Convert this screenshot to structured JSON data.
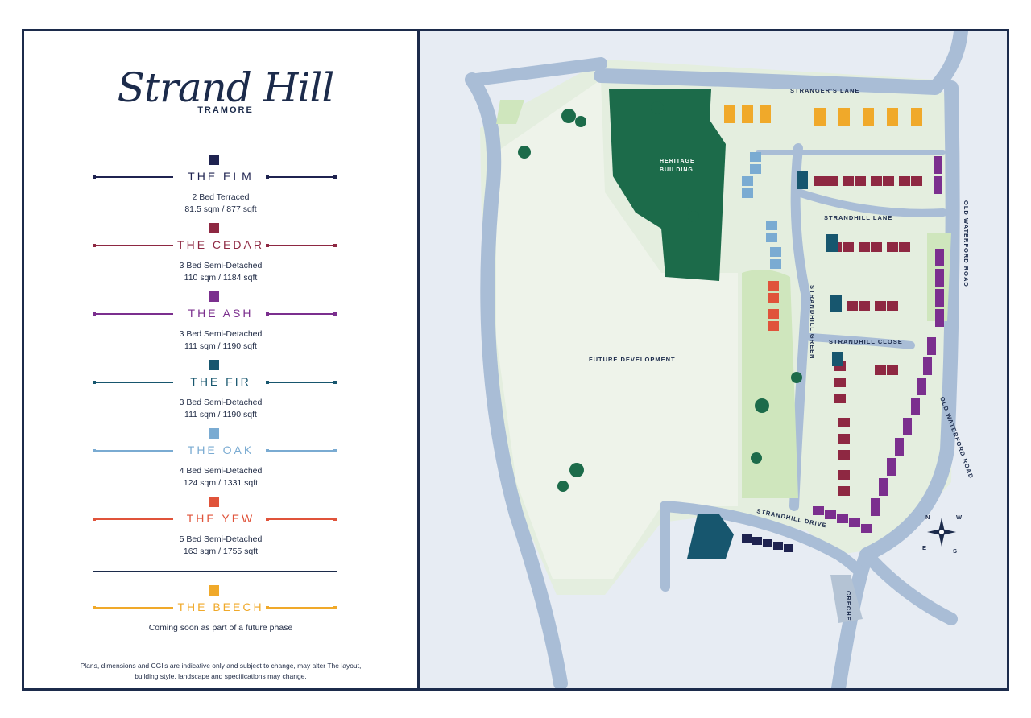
{
  "brand": {
    "title": "Strand Hill",
    "location": "TRAMORE"
  },
  "house_types": [
    {
      "name": "THE ELM",
      "color": "#1f2350",
      "line1": "2 Bed Terraced",
      "line2": "81.5 sqm / 877 sqft"
    },
    {
      "name": "THE CEDAR",
      "color": "#8e2842",
      "line1": "3 Bed Semi-Detached",
      "line2": "110 sqm / 1184 sqft"
    },
    {
      "name": "THE ASH",
      "color": "#7b2f8e",
      "line1": "3 Bed Semi-Detached",
      "line2": "111 sqm / 1190 sqft"
    },
    {
      "name": "THE FIR",
      "color": "#17566e",
      "line1": "3 Bed Semi-Detached",
      "line2": "111 sqm / 1190 sqft"
    },
    {
      "name": "THE OAK",
      "color": "#7aabd2",
      "line1": "4 Bed Semi-Detached",
      "line2": "124 sqm / 1331 sqft"
    },
    {
      "name": "THE YEW",
      "color": "#e0533a",
      "line1": "5 Bed Semi-Detached",
      "line2": "163 sqm / 1755 sqft"
    },
    {
      "name": "THE BEECH",
      "color": "#f0a92a",
      "line1": "Coming soon as part of a future phase",
      "line2": ""
    }
  ],
  "disclaimer": "Plans, dimensions and CGI's are indicative only and subject to change, may alter The layout, building style, landscape and specifications may change.",
  "map": {
    "roads": {
      "strangers_lane": "STRANGER'S LANE",
      "strandhill_lane": "STRANDHILL LANE",
      "strandhill_green": "STRANDHILL GREEN",
      "strandhill_close": "STRANDHILL CLOSE",
      "strandhill_drive": "STRANDHILL DRIVE",
      "old_waterford_road_a": "OLD WATERFORD ROAD",
      "old_waterford_road_b": "OLD WATERFORD ROAD"
    },
    "areas": {
      "heritage_line1": "HERITAGE",
      "heritage_line2": "BUILDING",
      "future": "FUTURE DEVELOPMENT",
      "creche": "CRECHE"
    },
    "compass": {
      "n": "N",
      "e": "E",
      "s": "S",
      "w": "W"
    }
  }
}
